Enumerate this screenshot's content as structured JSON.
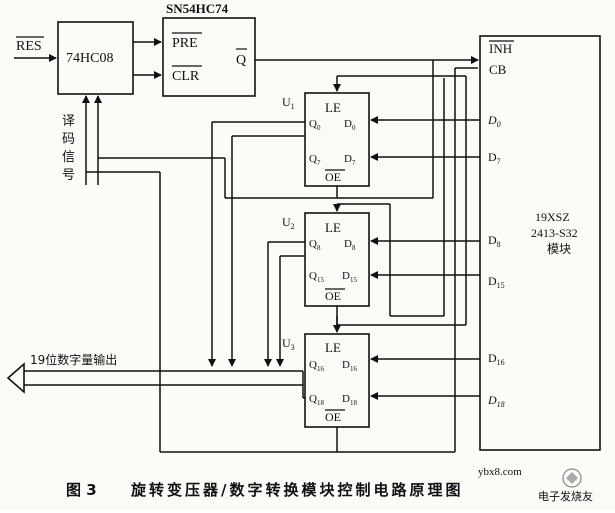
{
  "diagram": {
    "signals": {
      "res": "RES",
      "decode_chars": [
        "译",
        "码",
        "信",
        "号"
      ],
      "output_label": "19位数字量输出"
    },
    "and_gate": {
      "label": "74HC08"
    },
    "flipflop": {
      "title": "SN54HC74",
      "pre": "PRE",
      "clr": "CLR",
      "q": "Q"
    },
    "latches": [
      {
        "name": "U",
        "sub": "1",
        "le": "LE",
        "q_top": "Q",
        "q_top_sub": "0",
        "d_top": "D",
        "d_top_sub": "0",
        "q_bot": "Q",
        "q_bot_sub": "7",
        "d_bot": "D",
        "d_bot_sub": "7",
        "oe": "OE"
      },
      {
        "name": "U",
        "sub": "2",
        "le": "LE",
        "q_top": "Q",
        "q_top_sub": "8",
        "d_top": "D",
        "d_top_sub": "8",
        "q_bot": "Q",
        "q_bot_sub": "15",
        "d_bot": "D",
        "d_bot_sub": "15",
        "oe": "OE"
      },
      {
        "name": "U",
        "sub": "3",
        "le": "LE",
        "q_top": "Q",
        "q_top_sub": "16",
        "d_top": "D",
        "d_top_sub": "16",
        "q_bot": "Q",
        "q_bot_sub": "18",
        "d_bot": "D",
        "d_bot_sub": "18",
        "oe": "OE"
      }
    ],
    "module": {
      "inh": "INH",
      "cb": "CB",
      "lines": [
        "19XSZ",
        "2413-S32",
        "模块"
      ],
      "pins": [
        {
          "base": "D",
          "sub": "0"
        },
        {
          "base": "D",
          "sub": "7"
        },
        {
          "base": "D",
          "sub": "8"
        },
        {
          "base": "D",
          "sub": "15"
        },
        {
          "base": "D",
          "sub": "16"
        },
        {
          "base": "D",
          "sub": "18"
        }
      ]
    },
    "caption": {
      "fig": "图 3",
      "text": "旋转变压器/数字转换模块控制电路原理图"
    },
    "watermark": {
      "site": "ybx8.com",
      "brand": "电子发烧友"
    }
  }
}
